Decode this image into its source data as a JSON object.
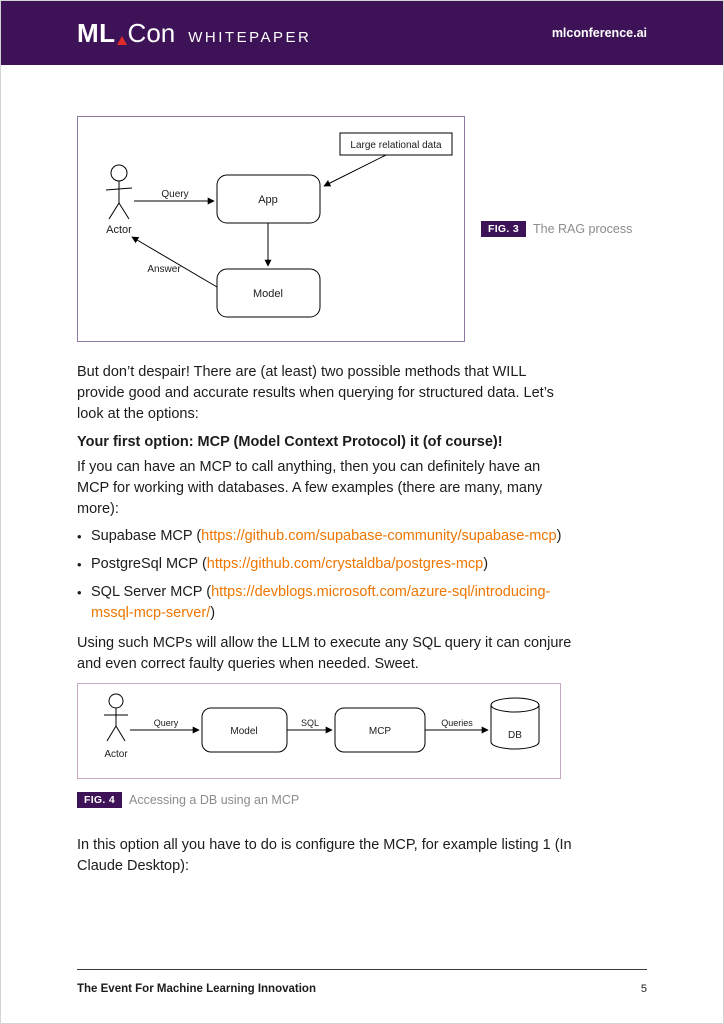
{
  "header": {
    "logo_ml": "ML",
    "logo_con": "Con",
    "tagline": "WHITEPAPER",
    "site": "mlconference.ai"
  },
  "fig3": {
    "badge": "FIG. 3",
    "caption": "The RAG process",
    "nodes": {
      "actor": "Actor",
      "app": "App",
      "model": "Model",
      "data": "Large relational data"
    },
    "edges": {
      "query": "Query",
      "answer": "Answer"
    }
  },
  "body": {
    "p1": "But don’t despair! There are (at least) two possible methods that WILL provide good and accurate results when querying for structured data. Let’s look at the options:",
    "h1": "Your first option: MCP (Model Context Protocol) it (of course)!",
    "p2": "If you can have an MCP to call anything, then you can definitely have an MCP for working with databases. A few examples (there are many, many more):",
    "p3": "Using such MCPs will allow the LLM to execute any SQL query it can con­jure and even correct faulty queries when needed. Sweet.",
    "p4": "In this option all you have to do is configure the MCP, for example listing 1 (In Claude Desktop):"
  },
  "bullets": [
    {
      "prefix": "Supabase MCP (",
      "link": "https://github.com/supabase-community/supabase-mcp",
      "suffix": ")"
    },
    {
      "prefix": "PostgreSql MCP (",
      "link": "https://github.com/crystaldba/postgres-mcp",
      "suffix": ")"
    },
    {
      "prefix": "SQL Server MCP (",
      "link": "https://devblogs.microsoft.com/azure-sql/introducing-mssql-mcp-server/",
      "suffix": ")"
    }
  ],
  "fig4": {
    "badge": "FIG. 4",
    "caption": "Accessing a DB using an MCP",
    "nodes": {
      "actor": "Actor",
      "model": "Model",
      "mcp": "MCP",
      "db": "DB"
    },
    "edges": {
      "query": "Query",
      "sql": "SQL",
      "queries": "Queries"
    }
  },
  "footer": {
    "left": "The Event For Machine Learning Innovation",
    "page": "5"
  }
}
